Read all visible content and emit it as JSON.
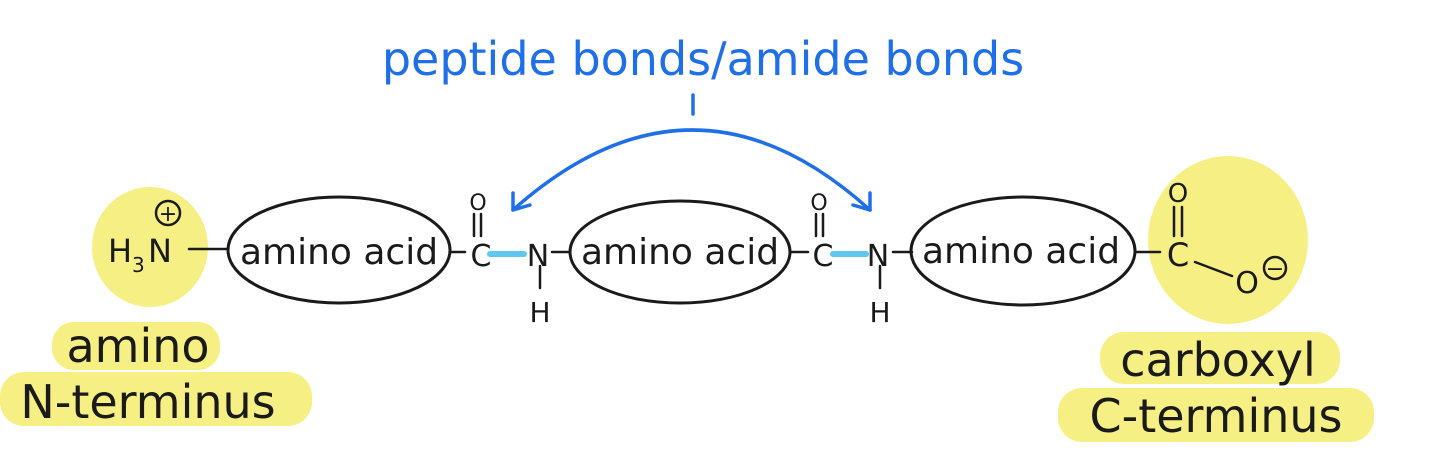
{
  "title": "peptide bonds/amide bonds",
  "amino_acid_label": "amino acid",
  "n_group": {
    "main": "H",
    "sub": "3",
    "atom": "N",
    "charge": "+"
  },
  "carbonyl": {
    "carbon": "C",
    "oxygen": "O"
  },
  "amide": {
    "nitrogen": "N",
    "hydrogen": "H"
  },
  "carboxylate": {
    "carbon": "C",
    "oxygen": "O",
    "charge": "−"
  },
  "n_terminus": {
    "line1": "amino",
    "line2": "N-terminus"
  },
  "c_terminus": {
    "line1": "carboxyl",
    "line2": "C-terminus"
  },
  "colors": {
    "annotation_blue": "#1e6fe8",
    "highlight_yellow": "#f5ec6e",
    "bond_cyan": "#5ec8f0"
  }
}
